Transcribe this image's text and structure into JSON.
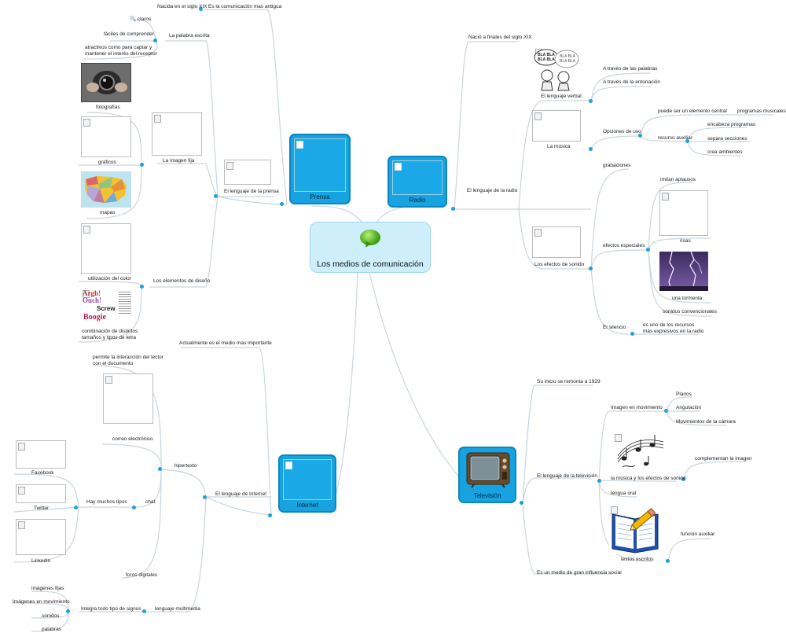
{
  "center": {
    "title": "Los medios de comunicación"
  },
  "prensa": {
    "title": "Prensa",
    "nacida": "Nacida en el siglo XIX",
    "antigua": "Es la comunicación mas antigua",
    "claros": "claros",
    "faciles": "fáciles de comprender",
    "palabra": "La palabra escrita",
    "atractivos": "atractivos como para captar y mantener el interés del receptor",
    "fotografias": "fotografías",
    "graficos": "gráficos",
    "imagen_fija": "La imagen fija",
    "mapas": "mapas",
    "lenguaje": "El lenguaje de la prensa",
    "color": "utilización del color",
    "elementos": "Los elementos de diseño",
    "tamanos": "combinación de distintos tamaños y tipos de letra",
    "art_words": [
      "Argh!",
      "Ouch!",
      "Screw",
      "Boogie"
    ]
  },
  "radio": {
    "title": "Radio",
    "nacio": "Nació a finales del siglo XIX",
    "palabras": "A través de las palabras",
    "entonacion": "A través de la entonación",
    "verbal": "El lenguaje verbal",
    "central": "puede ser un elemento central",
    "programas": "programas musicales",
    "encabeza": "encabeza programas",
    "opciones": "Opciones de uso",
    "auxiliar": "recurso auxiliar",
    "separa": "separa secciones",
    "crea": "crea ambientes",
    "musica": "La música",
    "lenguaje": "El lenguaje de la radio",
    "grabaciones": "grabaciones",
    "aplausos": "imitan aplausos",
    "efectos_especiales": "efectos especiales",
    "risas": "risas",
    "tormenta": "una tormenta",
    "efectos_sonido": "Los efectos de sonido",
    "convencionales": "sonidos convencionales",
    "silencio": "El silencio",
    "expresivos": "es uno de los recursos más expresivos en la radio",
    "bla": [
      "BLA BLA",
      "BLA BLA",
      "BLA BLA",
      "BLA BLA"
    ]
  },
  "internet": {
    "title": "Internet",
    "importante": "Actualmente es el medio mas importante",
    "interaccion": "permite la interacción del lector con el documento",
    "correo": "correo electrónico",
    "hipertexto": "hipertexto",
    "facebook": "Facebook",
    "twitter": "Twitter",
    "tipos": "Hay muchos tipos",
    "chat": "chat",
    "lenguaje": "El lenguaje de Internet",
    "linkedin": "Linkedin",
    "foros": "foros digitales",
    "fijas": "imágenes fijas",
    "movimiento": "Imágenes en movimiento",
    "integra": "Integra todo tipo de signos",
    "multimedia": "lenguaje multimedia",
    "sonidos": "sonidos",
    "palabras": "palabras"
  },
  "television": {
    "title": "Televisión",
    "inicio": "Su inicio se remonta a 1929",
    "planos": "Planos",
    "imagen_mov": "Imagen en movimiento",
    "angulacion": "Angulación",
    "camara": "Movimientos de la cámara",
    "complementan": "complementan la imagen",
    "lenguaje": "El lenguaje de la televisión",
    "musica": "la música y los efectos de sonido",
    "oral": "lengua oral",
    "funcion": "función auxiliar",
    "escritos": "textos escritos",
    "influencia": "Es un medio de gran influencia social"
  },
  "colors": {
    "accent": "#17a2e0",
    "line": "#c9d6df",
    "center": "#cdeefa",
    "dot": "#1f9fdc"
  }
}
